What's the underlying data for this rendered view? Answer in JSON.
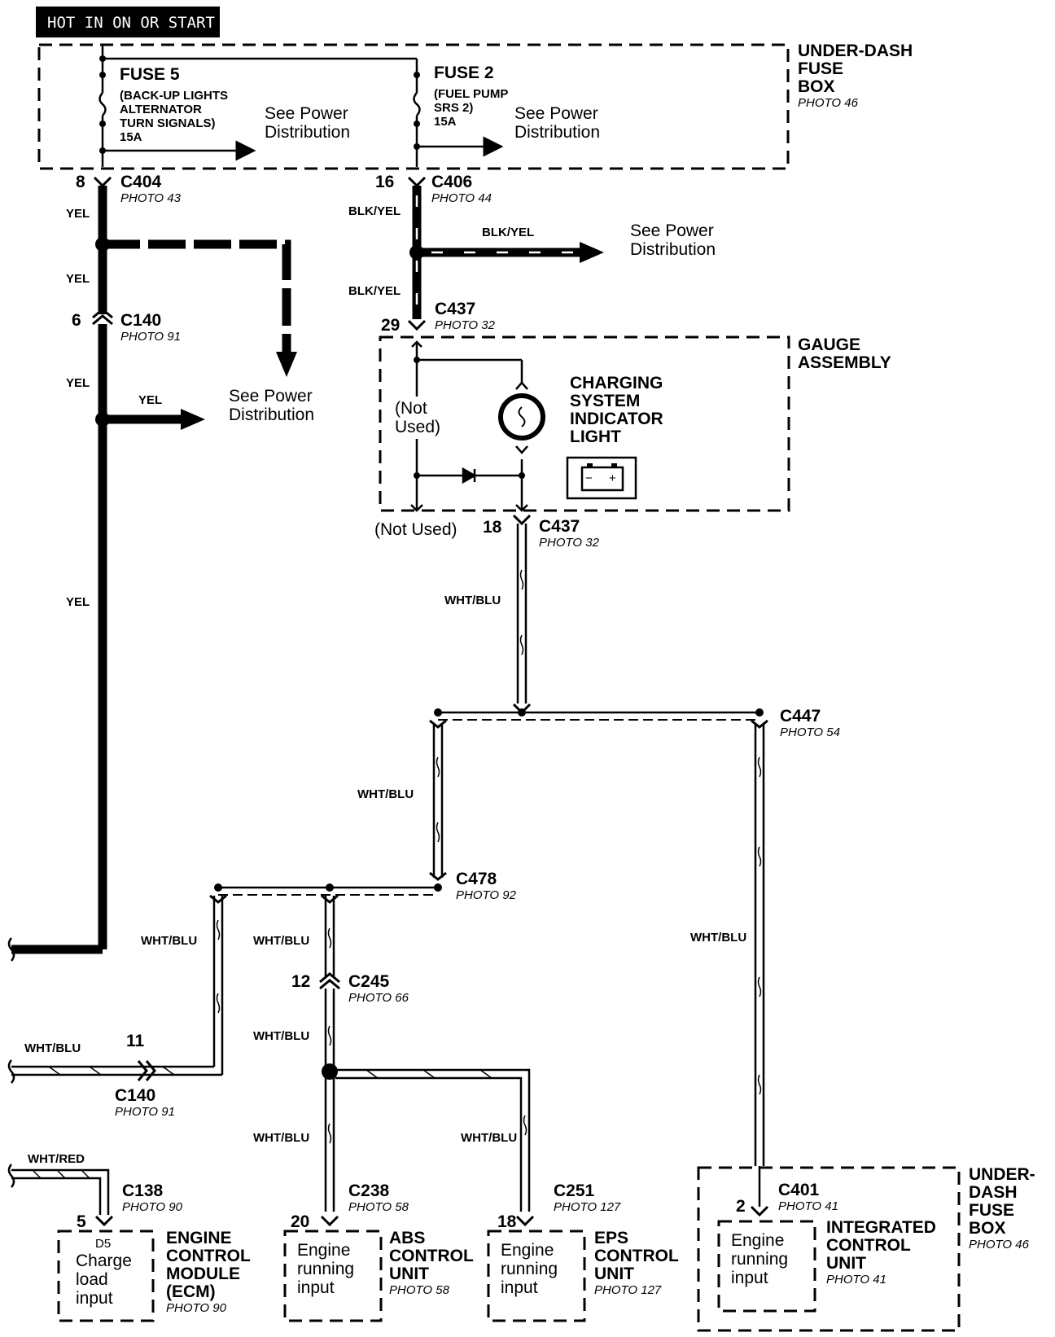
{
  "banner": "HOT IN ON OR START",
  "underdash_top": {
    "title": [
      "UNDER-DASH",
      "FUSE",
      "BOX"
    ],
    "photo": "PHOTO 46"
  },
  "fuse5": {
    "name": "FUSE 5",
    "desc": [
      "(BACK-UP LIGHTS",
      "ALTERNATOR",
      "TURN SIGNALS)",
      "15A"
    ]
  },
  "fuse2": {
    "name": "FUSE 2",
    "desc": [
      "(FUEL PUMP",
      "SRS 2)",
      "15A"
    ]
  },
  "see_power": [
    "See Power",
    "Distribution"
  ],
  "connectors": {
    "c404": {
      "pin": "8",
      "name": "C404",
      "photo": "PHOTO 43"
    },
    "c406": {
      "pin": "16",
      "name": "C406",
      "photo": "PHOTO 44"
    },
    "c140_top": {
      "pin": "6",
      "name": "C140",
      "photo": "PHOTO 91"
    },
    "c437_top": {
      "pin": "29",
      "name": "C437",
      "photo": "PHOTO 32"
    },
    "c437_bot": {
      "pin": "18",
      "name": "C437",
      "photo": "PHOTO 32"
    },
    "c447": {
      "name": "C447",
      "photo": "PHOTO 54"
    },
    "c478": {
      "name": "C478",
      "photo": "PHOTO 92"
    },
    "c245": {
      "pin": "12",
      "name": "C245",
      "photo": "PHOTO 66"
    },
    "c140_bot": {
      "pin": "11",
      "name": "C140",
      "photo": "PHOTO 91"
    },
    "c138": {
      "pin": "5",
      "name": "C138",
      "photo": "PHOTO 90"
    },
    "c238": {
      "pin": "20",
      "name": "C238",
      "photo": "PHOTO 58"
    },
    "c251": {
      "pin": "18",
      "name": "C251",
      "photo": "PHOTO 127"
    },
    "c401": {
      "pin": "2",
      "name": "C401",
      "photo": "PHOTO 41"
    }
  },
  "wire_colors": {
    "yel": "YEL",
    "blk_yel": "BLK/YEL",
    "wht_blu": "WHT/BLU",
    "wht_red": "WHT/RED"
  },
  "gauge": {
    "title": [
      "GAUGE",
      "ASSEMBLY"
    ],
    "light": [
      "CHARGING",
      "SYSTEM",
      "INDICATOR",
      "LIGHT"
    ],
    "not_used_inner": [
      "(Not",
      "Used)"
    ],
    "not_used_outer": "(Not Used)"
  },
  "ecm": {
    "pin_label": "D5",
    "input": [
      "Charge",
      "load",
      "input"
    ],
    "title": [
      "ENGINE",
      "CONTROL",
      "MODULE",
      "(ECM)"
    ],
    "photo": "PHOTO 90"
  },
  "abs": {
    "input": [
      "Engine",
      "running",
      "input"
    ],
    "title": [
      "ABS",
      "CONTROL",
      "UNIT"
    ],
    "photo": "PHOTO 58"
  },
  "eps": {
    "input": [
      "Engine",
      "running",
      "input"
    ],
    "title": [
      "EPS",
      "CONTROL",
      "UNIT"
    ],
    "photo": "PHOTO 127"
  },
  "icu": {
    "input": [
      "Engine",
      "running",
      "input"
    ],
    "title": [
      "INTEGRATED",
      "CONTROL",
      "UNIT"
    ],
    "photo": "PHOTO 41"
  },
  "underdash_bot": {
    "title": [
      "UNDER-",
      "DASH",
      "FUSE",
      "BOX"
    ],
    "photo": "PHOTO 46"
  }
}
